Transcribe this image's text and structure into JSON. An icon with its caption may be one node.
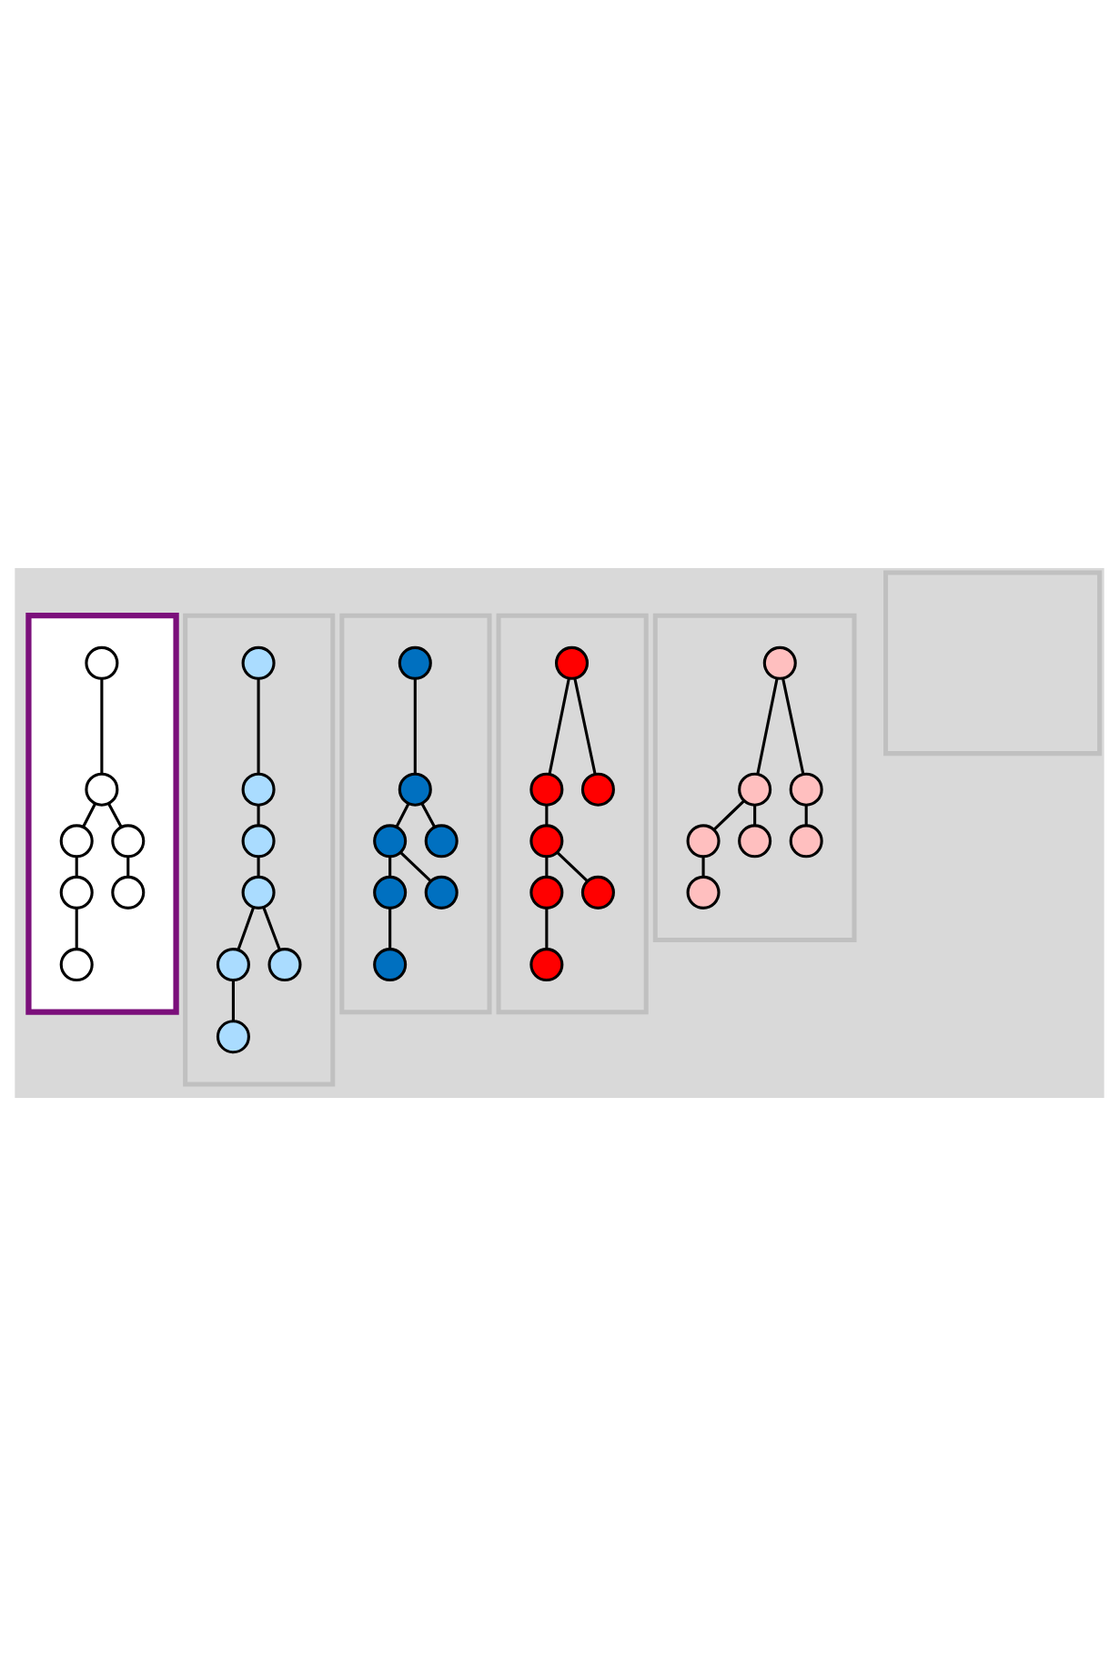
{
  "diagram": {
    "nodes": [
      {
        "text": [],
        "shape": "box"
      },
      {
        "text": [],
        "shape": "circle",
        "in": 0
      },
      {
        "text": [],
        "shape": "circle",
        "in": 0
      },
      {
        "text": [],
        "shape": "circle",
        "in": 0
      },
      {
        "text": [],
        "shape": "circle",
        "in": 0
      },
      {
        "text": [],
        "shape": "circle",
        "in": 0
      },
      {
        "text": [],
        "shape": "circle",
        "in": 0
      },
      {
        "text": [],
        "shape": "circle",
        "in": 0
      },
      {
        "text": [],
        "shape": "box"
      },
      {
        "text": [],
        "shape": "circle",
        "in": 8
      },
      {
        "text": [],
        "shape": "circle",
        "in": 8
      },
      {
        "text": [],
        "shape": "circle",
        "in": 8
      },
      {
        "text": [],
        "shape": "circle",
        "in": 8
      },
      {
        "text": [],
        "shape": "circle",
        "in": 8
      },
      {
        "text": [],
        "shape": "circle",
        "in": 8
      },
      {
        "text": [],
        "shape": "circle",
        "in": 8
      },
      {
        "text": [],
        "shape": "box"
      },
      {
        "text": [],
        "shape": "circle",
        "in": 16
      },
      {
        "text": [],
        "shape": "circle",
        "in": 16
      },
      {
        "text": [],
        "shape": "circle",
        "in": 16
      },
      {
        "text": [],
        "shape": "circle",
        "in": 16
      },
      {
        "text": [],
        "shape": "circle",
        "in": 16
      },
      {
        "text": [],
        "shape": "circle",
        "in": 16
      },
      {
        "text": [],
        "shape": "circle",
        "in": 16
      },
      {
        "text": [],
        "shape": "box"
      },
      {
        "text": [],
        "shape": "circle",
        "in": 24
      },
      {
        "text": [],
        "shape": "circle",
        "in": 24
      },
      {
        "text": [],
        "shape": "circle",
        "in": 24
      },
      {
        "text": [],
        "shape": "circle",
        "in": 24
      },
      {
        "text": [],
        "shape": "circle",
        "in": 24
      },
      {
        "text": [],
        "shape": "circle",
        "in": 24
      },
      {
        "text": [],
        "shape": "circle",
        "in": 24
      },
      {
        "text": [],
        "shape": "box"
      },
      {
        "text": [],
        "shape": "circle",
        "in": 32
      },
      {
        "text": [],
        "shape": "circle",
        "in": 32
      },
      {
        "text": [],
        "shape": "circle",
        "in": 32
      },
      {
        "text": [],
        "shape": "circle",
        "in": 32
      },
      {
        "text": [],
        "shape": "circle",
        "in": 32
      },
      {
        "text": [],
        "shape": "circle",
        "in": 32
      },
      {
        "text": [],
        "shape": "circle",
        "in": 32
      },
      {
        "text": [],
        "shape": "box"
      }
    ],
    "edges": [
      {
        "from": 5,
        "to": 4,
        "arrow": "none"
      },
      {
        "from": 4,
        "to": 3,
        "arrow": "none"
      },
      {
        "from": 4,
        "to": 6,
        "arrow": "none"
      },
      {
        "from": 3,
        "to": 2,
        "arrow": "none"
      },
      {
        "from": 2,
        "to": 1,
        "arrow": "none"
      },
      {
        "from": 6,
        "to": 7,
        "arrow": "none"
      },
      {
        "from": 15,
        "to": 14,
        "arrow": "none"
      },
      {
        "from": 14,
        "to": 13,
        "arrow": "none"
      },
      {
        "from": 13,
        "to": 11,
        "arrow": "none"
      },
      {
        "from": 11,
        "to": 10,
        "arrow": "none"
      },
      {
        "from": 11,
        "to": 12,
        "arrow": "none"
      },
      {
        "from": 10,
        "to": 9,
        "arrow": "none"
      },
      {
        "from": 22,
        "to": 20,
        "arrow": "none"
      },
      {
        "from": 20,
        "to": 19,
        "arrow": "none"
      },
      {
        "from": 20,
        "to": 23,
        "arrow": "none"
      },
      {
        "from": 19,
        "to": 18,
        "arrow": "none"
      },
      {
        "from": 19,
        "to": 21,
        "arrow": "none"
      },
      {
        "from": 18,
        "to": 17,
        "arrow": "none"
      },
      {
        "from": 30,
        "to": 28,
        "arrow": "none"
      },
      {
        "from": 30,
        "to": 31,
        "arrow": "none"
      },
      {
        "from": 28,
        "to": 27,
        "arrow": "none"
      },
      {
        "from": 27,
        "to": 26,
        "arrow": "none"
      },
      {
        "from": 27,
        "to": 29,
        "arrow": "none"
      },
      {
        "from": 26,
        "to": 25,
        "arrow": "none"
      },
      {
        "from": 37,
        "to": 35,
        "arrow": "none"
      },
      {
        "from": 37,
        "to": 38,
        "arrow": "none"
      },
      {
        "from": 35,
        "to": 34,
        "arrow": "none"
      },
      {
        "from": 35,
        "to": 36,
        "arrow": "none"
      },
      {
        "from": 34,
        "to": 33,
        "arrow": "none"
      },
      {
        "from": 38,
        "to": 39,
        "arrow": "none"
      }
    ]
  }
}
